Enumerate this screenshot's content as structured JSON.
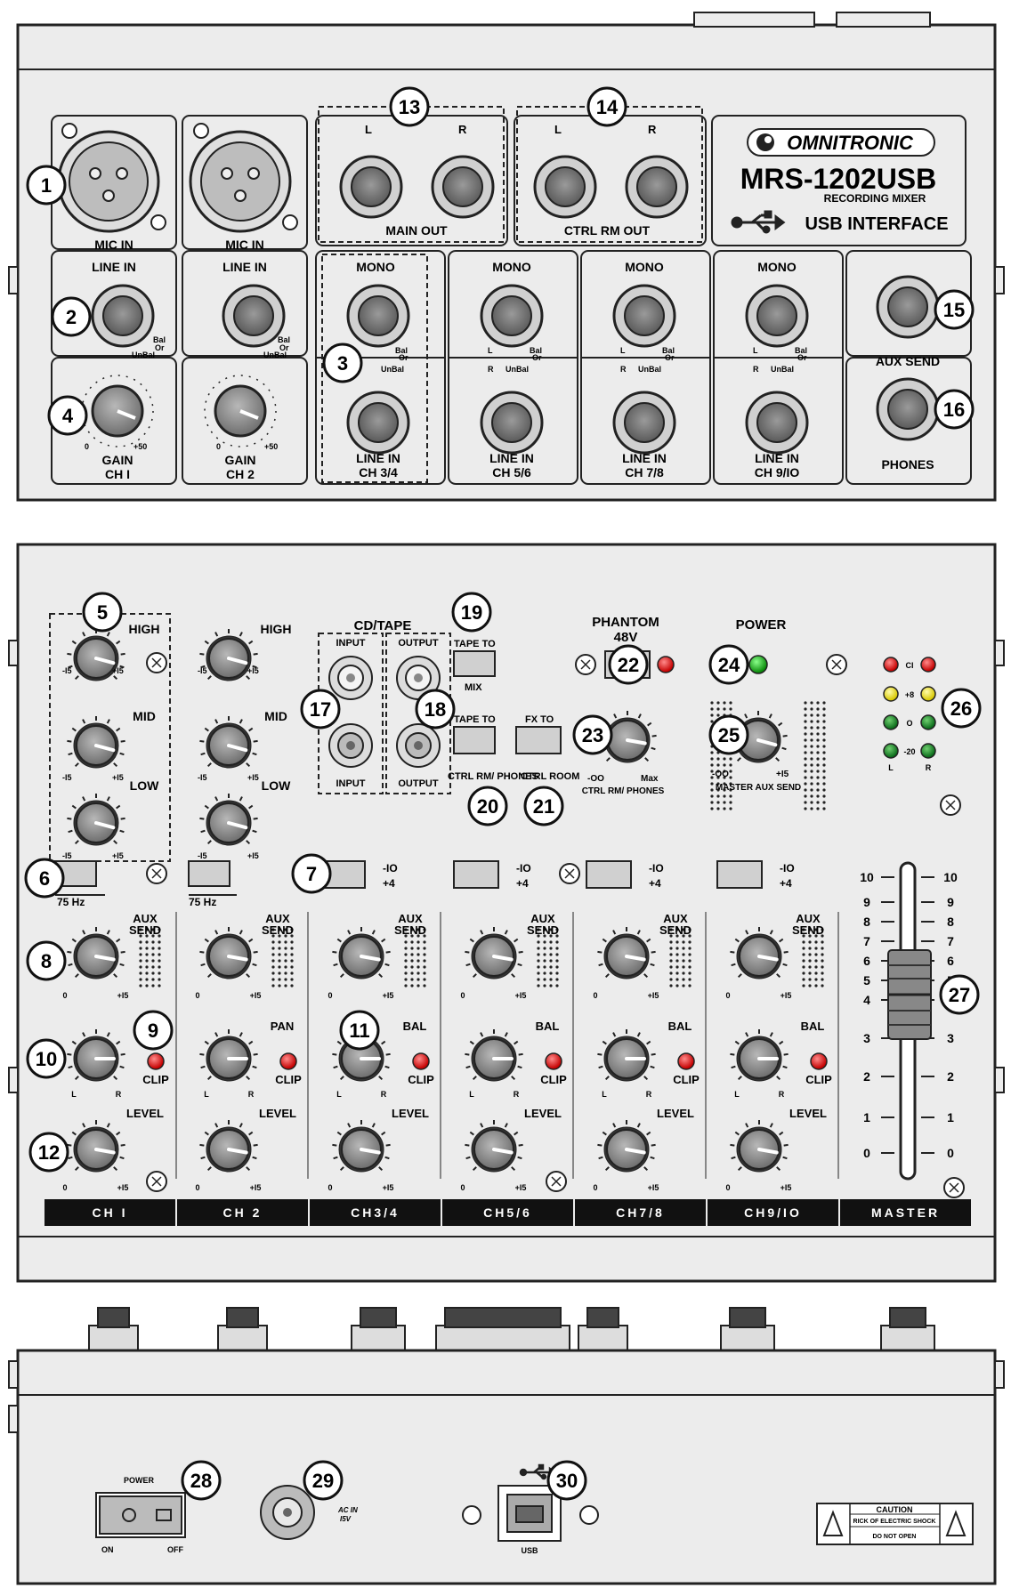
{
  "brand": {
    "name": "OMNITRONIC",
    "model": "MRS-1202USB",
    "subtitle": "RECORDING MIXER",
    "usb_label": "USB INTERFACE"
  },
  "top": {
    "mic_in": "MIC IN",
    "line_in": "LINE IN",
    "mono": "MONO",
    "bal_or_unbal": [
      "Bal",
      "Or",
      "UnBal"
    ],
    "L": "L",
    "R": "R",
    "main_out": "MAIN OUT",
    "ctrl_rm_out": "CTRL RM OUT",
    "aux_send": "AUX SEND",
    "phones": "PHONES",
    "gain": "GAIN",
    "gain_scale": [
      "0",
      "+50"
    ],
    "ch1": "CH I",
    "ch2": "CH 2",
    "line_in_ch": [
      "CH 3/4",
      "CH 5/6",
      "CH 7/8",
      "CH 9/IO"
    ]
  },
  "mid": {
    "eq": [
      "HIGH",
      "MID",
      "LOW"
    ],
    "eq_scale": [
      "-I5",
      "+I5"
    ],
    "cd_tape": "CD/TAPE",
    "input": "INPUT",
    "output": "OUTPUT",
    "tape_to": "TAPE TO",
    "mix": "MIX",
    "ctrl_rm_phones": "CTRL RM/ PHONES",
    "fx_to": "FX TO",
    "ctrl_room": "CTRL ROOM",
    "phantom": "PHANTOM",
    "phantom_v": "48V",
    "power": "POWER",
    "knob23_scale": [
      "-OO",
      "Max"
    ],
    "knob23_label": "CTRL RM/ PHONES",
    "master_aux_send": "MASTER AUX SEND",
    "knob25_scale": [
      "-OO",
      "+I5"
    ],
    "meter_labels": [
      "CI",
      "+8",
      "O",
      "-20"
    ],
    "meter_LR": [
      "L",
      "R"
    ],
    "hz": "75 Hz",
    "pad": [
      "-IO",
      "+4"
    ]
  },
  "strips": {
    "aux_send": [
      "AUX",
      "SEND"
    ],
    "pan": "PAN",
    "bal": "BAL",
    "clip": "CLIP",
    "level": "LEVEL",
    "scale_0_15": [
      "0",
      "+I5"
    ],
    "scale_LR": [
      "L",
      "R"
    ],
    "names": [
      "CH I",
      "CH 2",
      "CH3/4",
      "CH5/6",
      "CH7/8",
      "CH9/IO",
      "MASTER"
    ]
  },
  "fader_scale": [
    "10",
    "9",
    "8",
    "7",
    "6",
    "5",
    "4",
    "3",
    "2",
    "1",
    "0"
  ],
  "rear": {
    "power": "POWER",
    "on": "ON",
    "off": "OFF",
    "ac_in": "AC IN",
    "dc_v": "I5V",
    "usb": "USB",
    "caution": "CAUTION",
    "caution_l2": "RICK OF ELECTRIC SHOCK",
    "caution_l3": "DO NOT OPEN"
  },
  "callouts": [
    "1",
    "2",
    "3",
    "4",
    "5",
    "6",
    "7",
    "8",
    "9",
    "10",
    "11",
    "12",
    "13",
    "14",
    "15",
    "16",
    "17",
    "18",
    "19",
    "20",
    "21",
    "22",
    "23",
    "24",
    "25",
    "26",
    "27",
    "28",
    "29",
    "30"
  ]
}
